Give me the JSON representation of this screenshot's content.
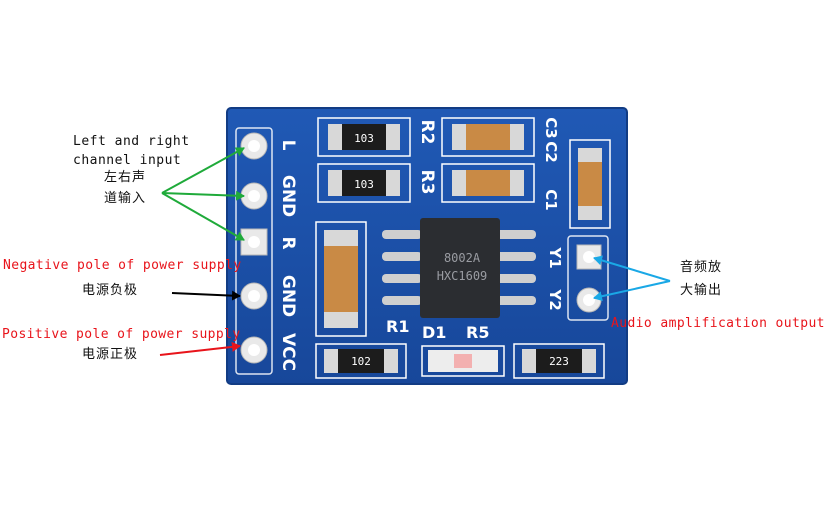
{
  "board": {
    "pin_labels": [
      "L",
      "GND",
      "R",
      "GND",
      "VCC"
    ],
    "output_pins": [
      "Y1",
      "Y2"
    ],
    "component_labels": [
      "R2",
      "R3",
      "C3",
      "C2",
      "C1",
      "R1",
      "D1",
      "R5"
    ],
    "resistor_codes": [
      "103",
      "103",
      "102",
      "223"
    ],
    "chip_marking": [
      "8002A",
      "HXC1609"
    ],
    "colors": {
      "pcb": "#1a4fa3",
      "silkscreen": "#ffffff",
      "chip": "#2b2d31",
      "capacitor": "#c98a45"
    }
  },
  "annotations": {
    "left_right_input": {
      "en_line1": "Left and right",
      "en_line2": "channel input",
      "cn_line1": "左右声",
      "cn_line2": "道输入",
      "arrow_color": "#1faa3a"
    },
    "negative_pole": {
      "en": "Negative pole of power supply",
      "cn": "电源负极",
      "arrow_color": "#000000"
    },
    "positive_pole": {
      "en": "Positive pole of power supply",
      "cn": "电源正极",
      "arrow_color": "#e8141b"
    },
    "audio_output": {
      "en": "Audio amplification output",
      "cn_line1": "音频放",
      "cn_line2": "大输出",
      "arrow_color": "#1aa8e6"
    }
  }
}
